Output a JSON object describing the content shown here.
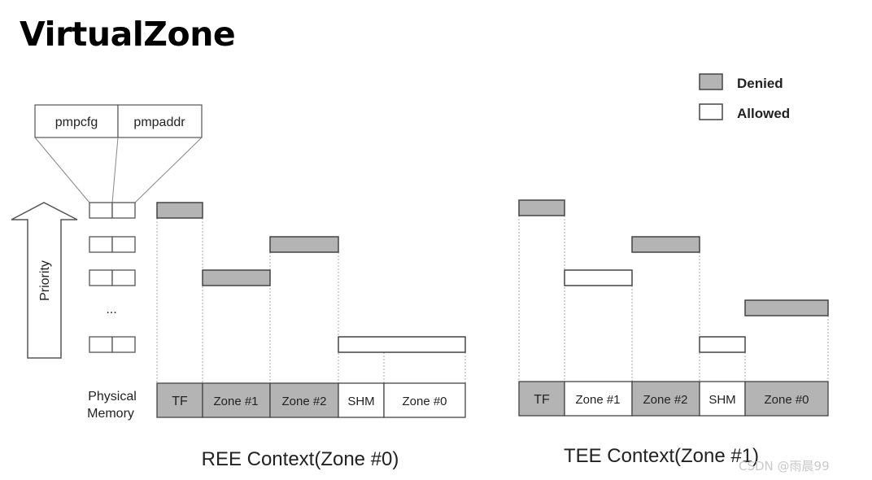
{
  "slide": {
    "title": "VirtualZone"
  },
  "legend": {
    "denied": "Denied",
    "allowed": "Allowed"
  },
  "pmp_detail": {
    "cfg": "pmpcfg",
    "addr": "pmpaddr"
  },
  "priority_label": "Priority",
  "ellipsis": "...",
  "memory_label": {
    "line1": "Physical",
    "line2": "Memory"
  },
  "regions": {
    "tf": "TF",
    "zone1": "Zone #1",
    "zone2": "Zone #2",
    "shm": "SHM",
    "zone0": "Zone #0"
  },
  "contexts": {
    "ree": {
      "caption": "REE Context(Zone #0)"
    },
    "tee": {
      "caption": "TEE Context(Zone #1)"
    }
  },
  "colors": {
    "denied": "#b4b4b4",
    "allowed": "#ffffff",
    "stroke": "#444444"
  },
  "watermark": "CSDN @雨晨99"
}
